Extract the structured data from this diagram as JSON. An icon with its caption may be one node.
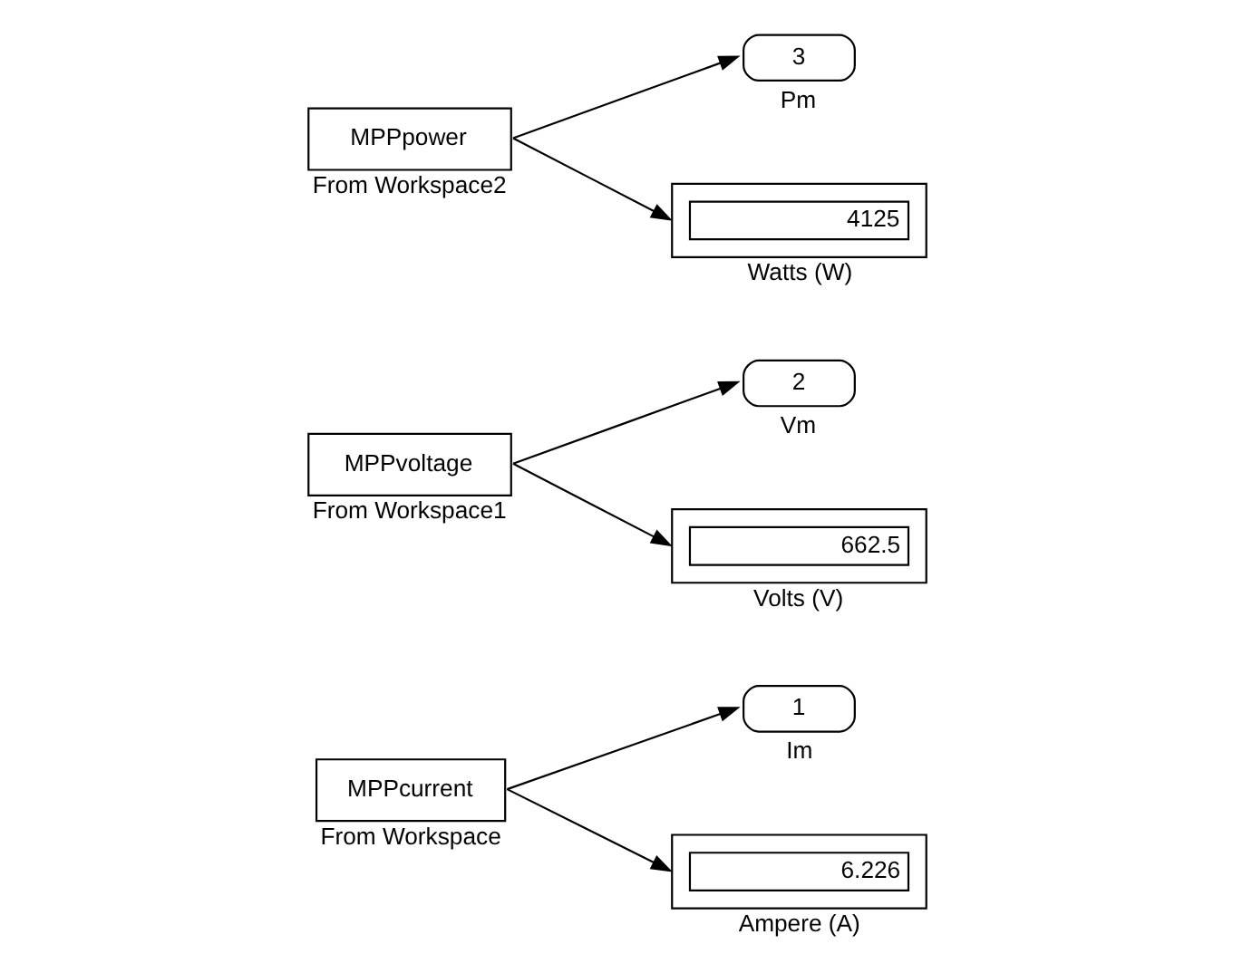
{
  "diagram": {
    "nodes": [
      {
        "text": [
          "MPPcurrent"
        ],
        "beside": [
          "From Workspace"
        ]
      },
      {
        "text": [
          "1"
        ],
        "beside": [
          "Im"
        ]
      },
      {
        "text": [
          "6.226"
        ],
        "beside": [
          "Ampere (A)"
        ]
      },
      {
        "text": [
          "MPPvoltage"
        ],
        "beside": [
          "From Workspace1"
        ]
      },
      {
        "text": [
          "2"
        ],
        "beside": [
          "Vm"
        ]
      },
      {
        "text": [
          "662.5"
        ],
        "beside": [
          "Volts (V)"
        ]
      },
      {
        "text": [
          "MPPpower"
        ],
        "beside": [
          "From Workspace2"
        ]
      },
      {
        "text": [
          "3"
        ],
        "beside": [
          "Pm"
        ]
      },
      {
        "text": [
          "4125"
        ],
        "beside": [
          "Watts (W)"
        ]
      }
    ],
    "edges": [
      {
        "from": 0,
        "to": 1,
        "arrow": "to"
      },
      {
        "from": 0,
        "to": 2,
        "arrow": "to"
      },
      {
        "from": 3,
        "to": 4,
        "arrow": "to"
      },
      {
        "from": 3,
        "to": 5,
        "arrow": "to"
      },
      {
        "from": 6,
        "to": 7,
        "arrow": "to"
      },
      {
        "from": 6,
        "to": 8,
        "arrow": "to"
      }
    ]
  }
}
